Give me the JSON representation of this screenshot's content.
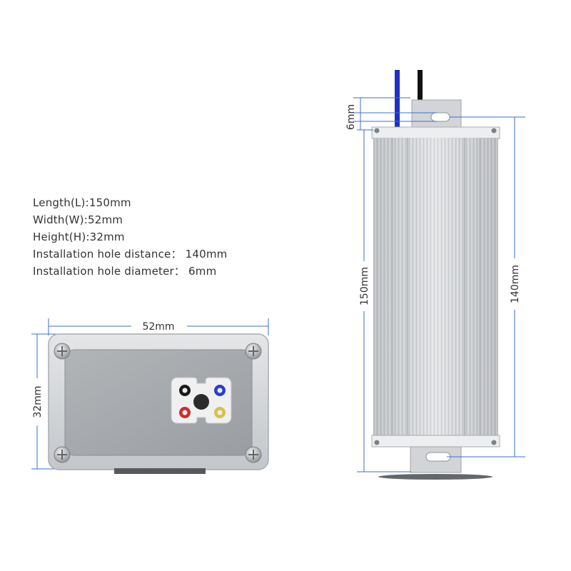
{
  "specs": [
    "Length(L):150mm",
    "Width(W):52mm",
    "Height(H):32mm",
    "Installation hole distance： 140mm",
    "Installation hole diameter： 6mm"
  ],
  "dimensions": {
    "front_width": "52mm",
    "front_height": "32mm",
    "length": "150mm",
    "hole_distance": "140mm",
    "hole_diameter": "6mm"
  },
  "colors": {
    "dimension_line": "#3a6fd8",
    "housing": "#c9ccd0",
    "panel": "#a6a9ad",
    "wire_blue": "#2030c0",
    "wire_black": "#111111",
    "terminal_black": "#1a1a1a",
    "terminal_blue": "#2a3fcf",
    "terminal_red": "#c83030",
    "terminal_yellow": "#d4c24a"
  }
}
